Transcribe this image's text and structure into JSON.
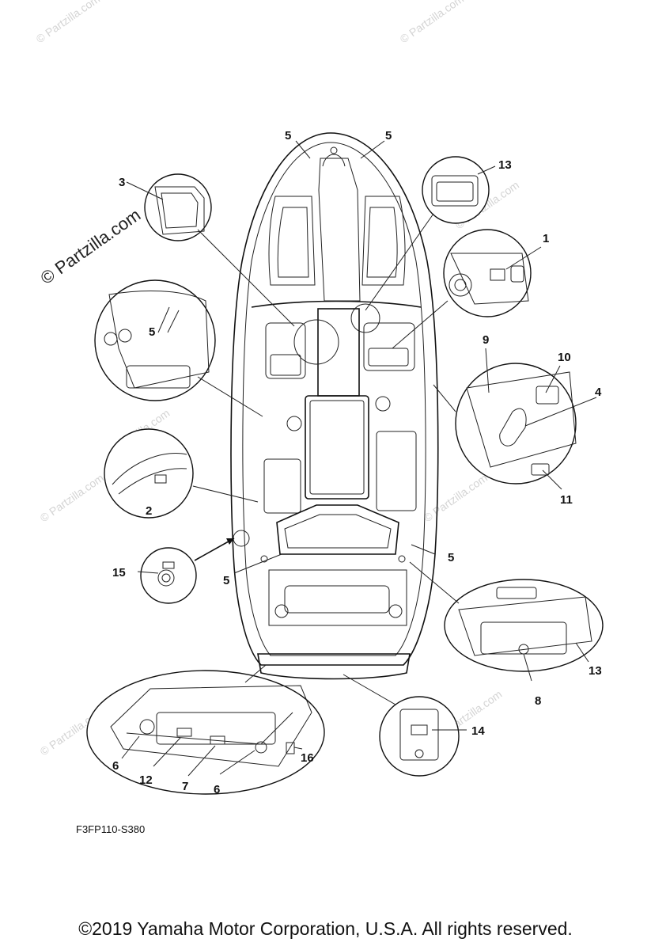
{
  "watermark": {
    "main": "© Partzilla.com",
    "faint": [
      "© Partzilla.com",
      "© Partzilla.com",
      "© Partzilla.com",
      "© Partzilla.com",
      "© Partzilla.com",
      "Partzilla.com",
      "© Partzilla.com",
      "Partzilla.com"
    ]
  },
  "callouts": [
    "5",
    "5",
    "13",
    "3",
    "1",
    "5",
    "9",
    "10",
    "4",
    "11",
    "2",
    "15",
    "5",
    "5",
    "13",
    "8",
    "14",
    "6",
    "12",
    "7",
    "6",
    "16"
  ],
  "diagram_code": "F3FP110-S380",
  "copyright": "©2019  Yamaha Motor Corporation, U.S.A. All rights reserved."
}
